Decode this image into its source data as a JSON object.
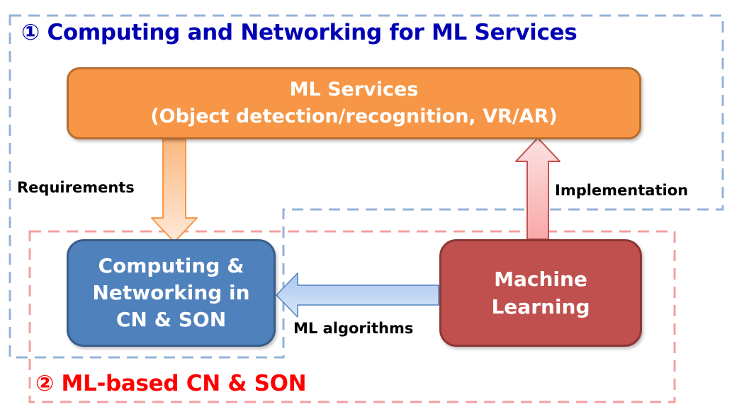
{
  "regions": {
    "computing_networking": {
      "number_symbol": "①",
      "title": "① Computing and Networking for ML Services",
      "border_color": "#95b3d7",
      "title_color": "#0000b4"
    },
    "ml_based": {
      "number_symbol": "②",
      "title": "② ML-based CN & SON",
      "border_color": "#f2a0a0",
      "title_color": "#ff0000"
    }
  },
  "boxes": {
    "ml_services": {
      "line1": "ML Services",
      "line2": "(Object detection/recognition, VR/AR)",
      "fill": "#f79646"
    },
    "computing_networking": {
      "line1": "Computing &",
      "line2": "Networking in",
      "line3": "CN & SON",
      "fill": "#4f81bd"
    },
    "machine_learning": {
      "line1": "Machine",
      "line2": "Learning",
      "fill": "#c0504d"
    }
  },
  "arrows": {
    "requirements": {
      "label": "Requirements",
      "from": "ML Services",
      "to": "Computing & Networking in CN & SON",
      "direction": "down"
    },
    "implementation": {
      "label": "Implementation",
      "from": "Machine Learning",
      "to": "ML Services",
      "direction": "up"
    },
    "ml_algorithms": {
      "label": "ML algorithms",
      "from": "Machine Learning",
      "to": "Computing & Networking in CN & SON",
      "direction": "left"
    }
  }
}
